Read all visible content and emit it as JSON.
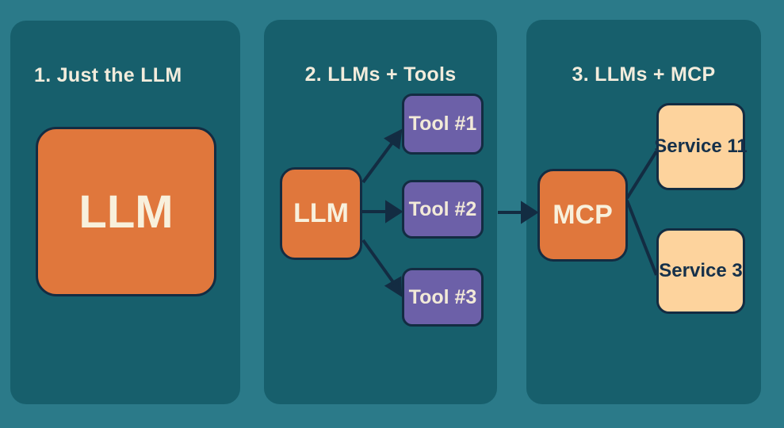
{
  "diagram": {
    "panels": [
      {
        "title": "1. Just the LLM"
      },
      {
        "title": "2. LLMs + Tools"
      },
      {
        "title": "3. LLMs + MCP"
      }
    ],
    "nodes": {
      "llm_solo": {
        "label": "LLM",
        "color": "#e0773c"
      },
      "llm_tools": {
        "label": "LLM",
        "color": "#e0773c"
      },
      "tool1": {
        "label": "Tool #1",
        "color": "#6c60a8"
      },
      "tool2": {
        "label": "Tool #2",
        "color": "#6c60a8"
      },
      "tool3": {
        "label": "Tool #3",
        "color": "#6c60a8"
      },
      "mcp": {
        "label": "MCP",
        "color": "#e0773c"
      },
      "service11": {
        "label": "Service 11",
        "color": "#fdd39d"
      },
      "service3": {
        "label": "Service 3",
        "color": "#fdd39d"
      }
    },
    "connections": [
      {
        "from": "llm_tools",
        "to": "tool1",
        "arrowhead": true
      },
      {
        "from": "llm_tools",
        "to": "tool2",
        "arrowhead": true
      },
      {
        "from": "llm_tools",
        "to": "tool3",
        "arrowhead": true
      },
      {
        "from": "panel2",
        "to": "mcp",
        "arrowhead": true
      },
      {
        "from": "mcp",
        "to": "service11",
        "arrowhead": false
      },
      {
        "from": "mcp",
        "to": "service3",
        "arrowhead": false
      }
    ],
    "colors": {
      "background": "#2b7a89",
      "panel": "#175f6c",
      "outline": "#132c42",
      "llm_box": "#e0773c",
      "tool_box": "#6c60a8",
      "service_box": "#fdd39d",
      "text_light": "#f2ecdc",
      "text_dark": "#15304a"
    }
  }
}
